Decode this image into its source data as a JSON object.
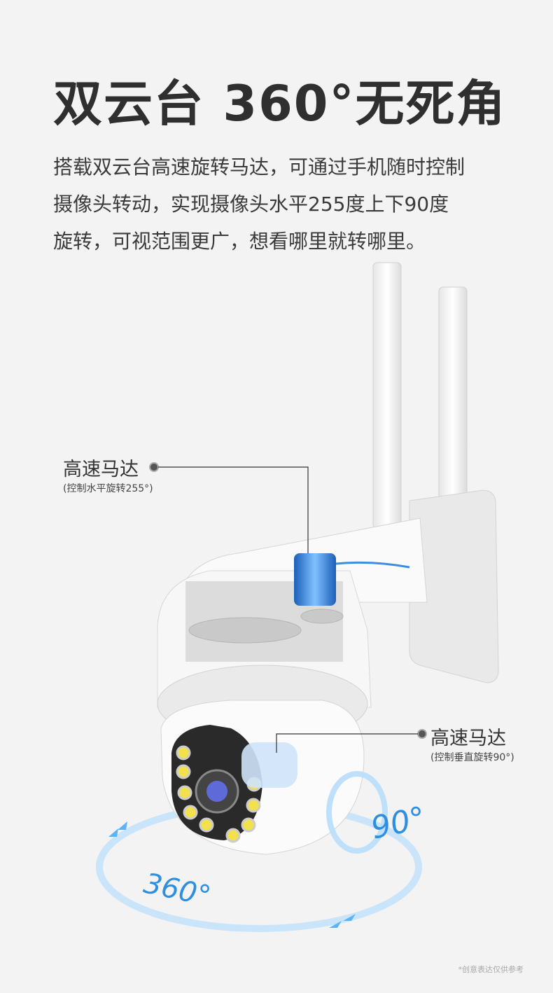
{
  "title": "双云台 360°无死角",
  "description": [
    "搭载双云台高速旋转马达，可通过手机随时控制",
    "摄像头转动，实现摄像头水平255度上下90度",
    "旋转，可视范围更广，想看哪里就转哪里。"
  ],
  "callouts": [
    {
      "label": "高速马达",
      "sub": "(控制水平旋转255°)"
    },
    {
      "label": "高速马达",
      "sub": "(控制垂直旋转90°)"
    }
  ],
  "rotation_labels": {
    "horizontal": "360°",
    "vertical": "90°"
  },
  "disclaimer": "*创意表达仅供参考",
  "colors": {
    "accent": "#2e8fe0",
    "background": "#f3f3f3",
    "text": "#333333"
  }
}
